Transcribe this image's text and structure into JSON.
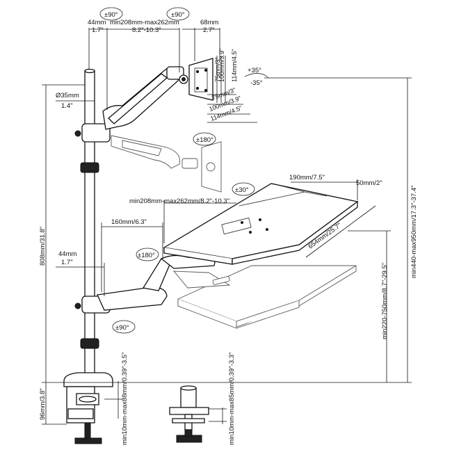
{
  "rotation": {
    "top_left": "±90°",
    "top_mid": "±90°",
    "tilt_up": "+35°",
    "tilt_down": "-35°",
    "swivel_monitor": "±180°",
    "swivel_tray": "±30°",
    "rotate_tray_arm": "±180°",
    "rotate_bottom": "±90°"
  },
  "dims": {
    "offset_top_mm": "44mm",
    "offset_top_in": "1.7\"",
    "reach_monitor_mm": "min208mm-max262mm",
    "reach_monitor_in": "8.2\"-10.3\"",
    "mount_depth_mm": "68mm",
    "mount_depth_in": "2.7\"",
    "vesa_v1": "75mm/3\"",
    "vesa_v2": "100mm/3.9\"",
    "vesa_v3": "114mm/4.5\"",
    "vesa_h1": "75mm/3\"",
    "vesa_h2": "100mm/3.9\"",
    "vesa_h3": "114mm/4.5\"",
    "pole_diameter_mm": "Ø35mm",
    "pole_diameter_in": "1.4\"",
    "pole_height": "808mm/31.8\"",
    "tray_reach": "min208mm-max262mm/8.2\"-10.3\"",
    "tray_width": "190mm/7.5\"",
    "tray_step": "50mm/2\"",
    "tray_length": "654mm/25.7\"",
    "arm_offset": "160mm/6.3\"",
    "offset_bottom_mm": "44mm",
    "offset_bottom_in": "1.7\"",
    "monitor_height_range": "min440-max950mm/17.3\"-37.4\"",
    "tray_height_range": "min220-750mm/8.7\"-29.5\"",
    "clamp_height": "96mm/3.8\"",
    "clamp_range": "min10mm-max88mm/0.39\"-3.5\"",
    "grommet_range": "min10mm-max85mm/0.39\"-3.3\""
  }
}
